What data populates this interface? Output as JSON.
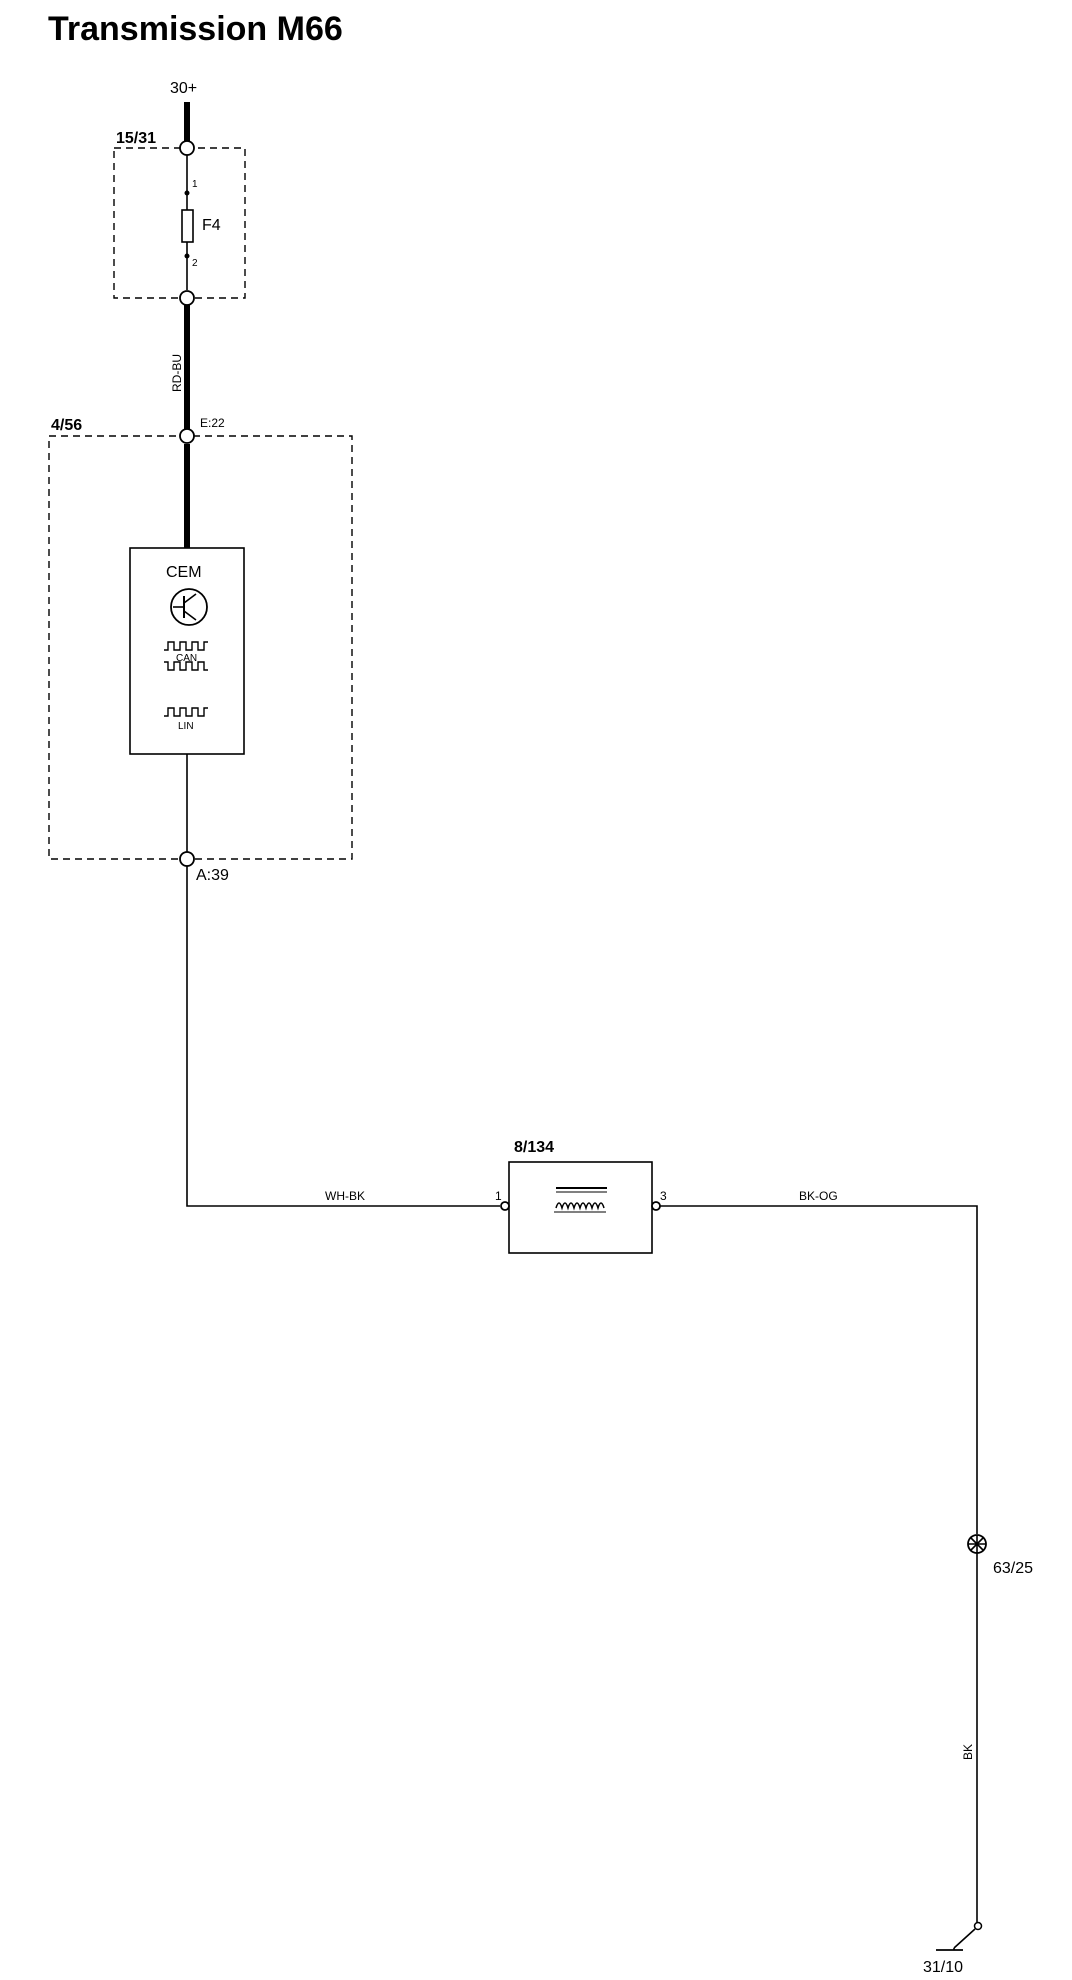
{
  "title": "Transmission M66",
  "supply": {
    "label": "30+"
  },
  "fuse_box": {
    "id": "15/31",
    "fuse_name": "F4",
    "pin_top": "1",
    "pin_bottom": "2"
  },
  "wire_fuse_to_cem": {
    "color": "RD-BU"
  },
  "cem_box": {
    "id": "4/56",
    "connector_in": "E:22",
    "connector_out": "A:39",
    "module_name": "CEM",
    "icons": [
      "transistor-icon",
      "can-bus-icon",
      "lin-bus-icon"
    ],
    "can_label": "CAN",
    "lin_label": "LIN"
  },
  "wire_cem_to_component": {
    "color": "WH-BK"
  },
  "component": {
    "id": "8/134",
    "pin_in": "1",
    "pin_out": "3"
  },
  "wire_component_to_splice": {
    "color": "BK-OG"
  },
  "splice": {
    "id": "63/25"
  },
  "wire_splice_to_ground": {
    "color": "BK"
  },
  "ground": {
    "id": "31/10"
  }
}
